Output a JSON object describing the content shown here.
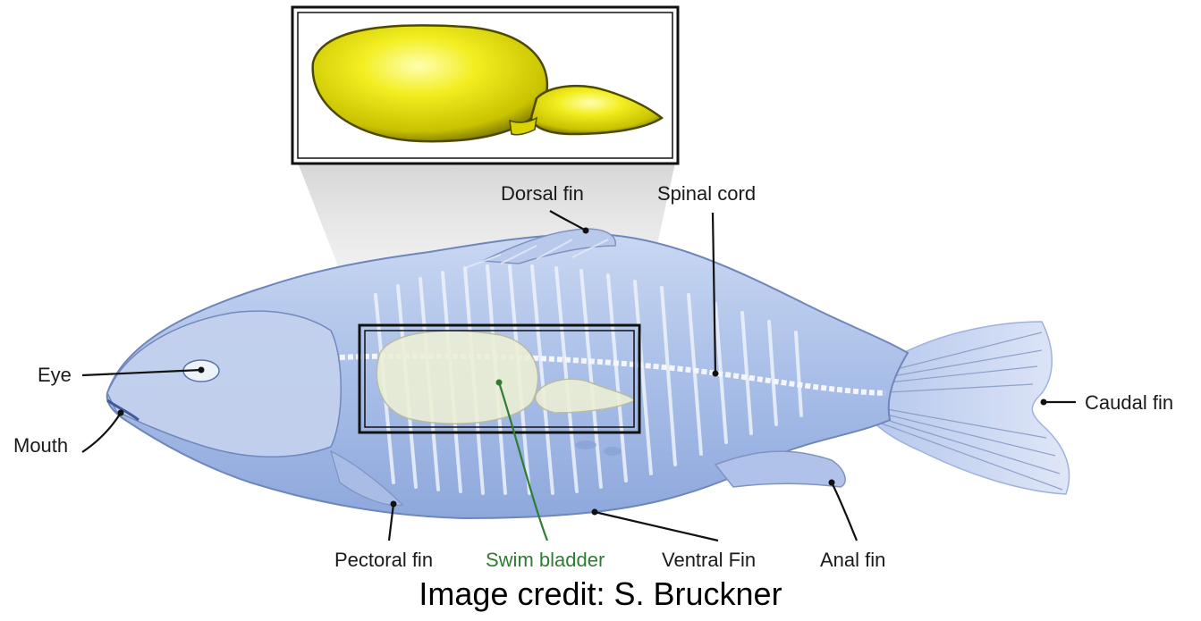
{
  "labels": {
    "dorsal_fin": "Dorsal fin",
    "spinal_cord": "Spinal cord",
    "eye": "Eye",
    "mouth": "Mouth",
    "caudal_fin": "Caudal fin",
    "pectoral_fin": "Pectoral fin",
    "swim_bladder": "Swim bladder",
    "ventral_fin": "Ventral Fin",
    "anal_fin": "Anal fin"
  },
  "credit": "Image credit: S. Bruckner",
  "colors": {
    "swim_bladder_label": "#2e7d32",
    "leader_line": "#111111",
    "body_fill": "#aec3e8",
    "bladder_inset": "#e6e200"
  }
}
